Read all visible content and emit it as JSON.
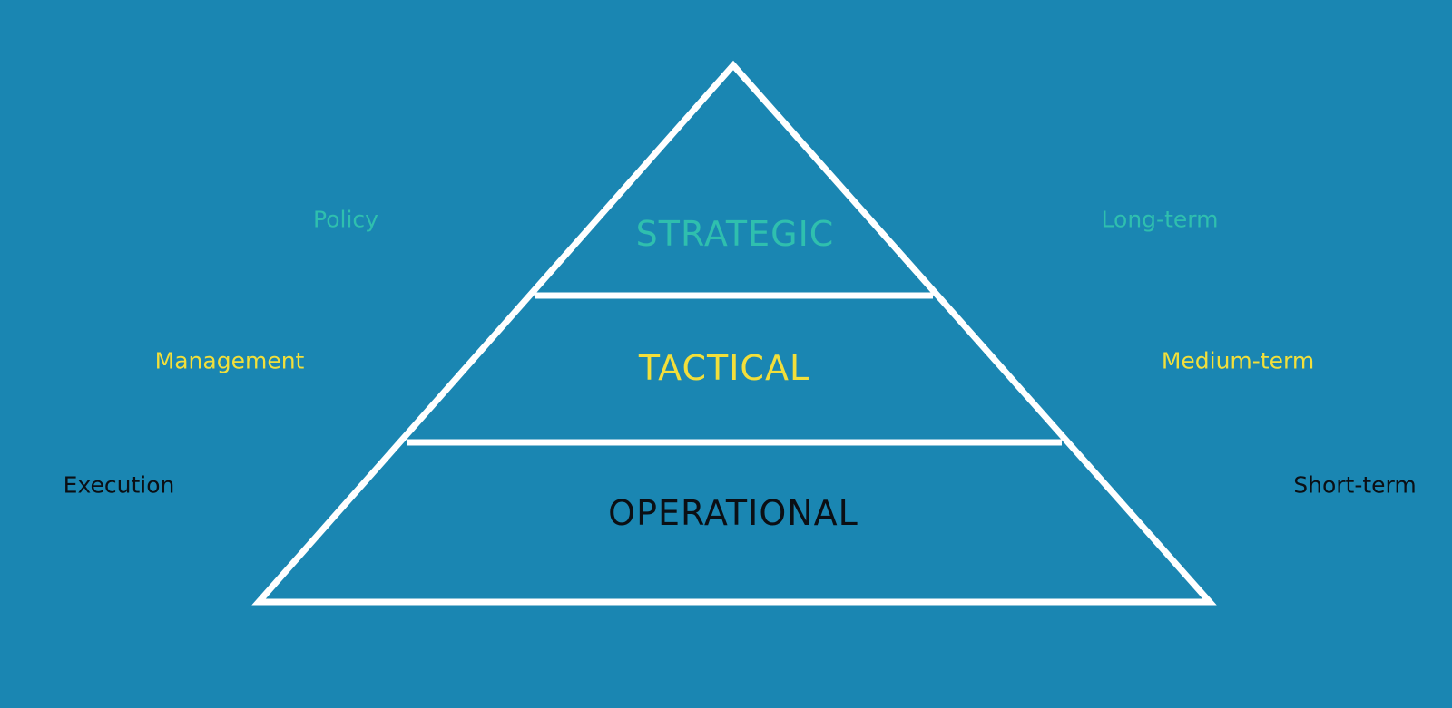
{
  "colors": {
    "background": "#1a86b2",
    "outline": "#ffffff",
    "strategic": "#2fbfae",
    "tactical": "#f2df3a",
    "operational": "#0b0f14"
  },
  "tiers": {
    "strategic": "STRATEGIC",
    "tactical": "TACTICAL",
    "operational": "OPERATIONAL"
  },
  "left_labels": {
    "policy": "Policy",
    "management": "Management",
    "execution": "Execution"
  },
  "right_labels": {
    "long_term": "Long-term",
    "medium_term": "Medium-term",
    "short_term": "Short-term"
  }
}
